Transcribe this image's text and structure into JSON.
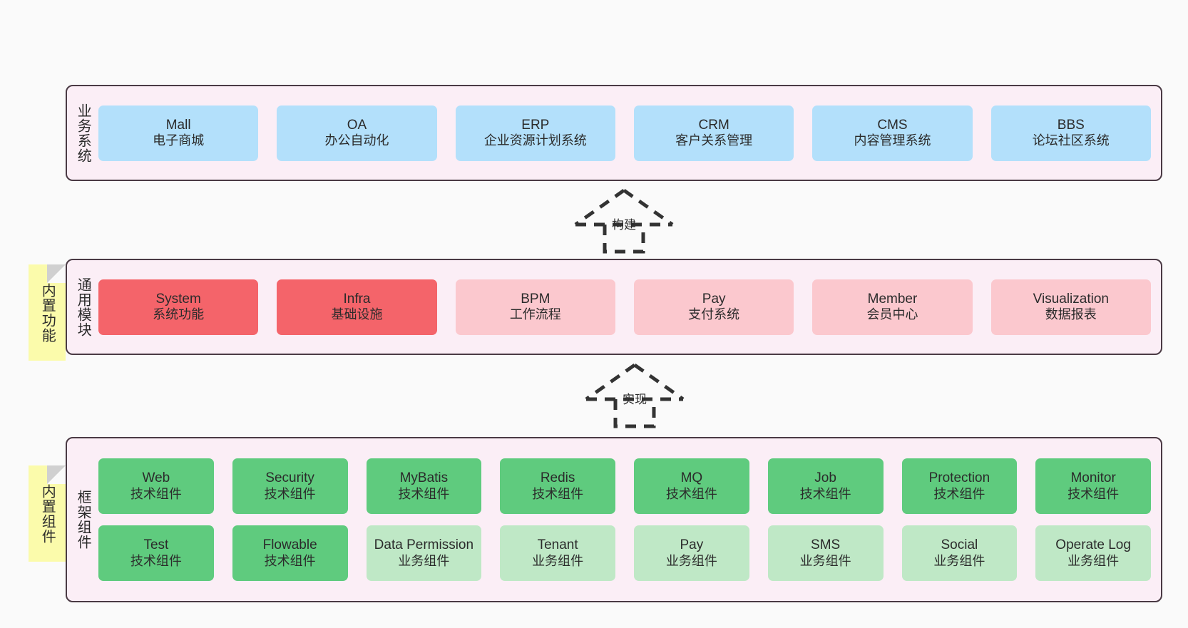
{
  "diagram": {
    "background": "#fafafa",
    "palette": {
      "layer_fill": "#fbeef6",
      "layer_border": "#4a3a44",
      "blue": "#b3e0fb",
      "red": "#f4646a",
      "pink": "#fbc8ce",
      "green": "#5fcb7e",
      "light_green": "#bfe8c6",
      "note_yellow": "#fbfbab"
    }
  },
  "business_layer": {
    "title": "业务系统",
    "nodes": [
      {
        "name": "Mall",
        "sub": "电子商城"
      },
      {
        "name": "OA",
        "sub": "办公自动化"
      },
      {
        "name": "ERP",
        "sub": "企业资源计划系统"
      },
      {
        "name": "CRM",
        "sub": "客户关系管理"
      },
      {
        "name": "CMS",
        "sub": "内容管理系统"
      },
      {
        "name": "BBS",
        "sub": "论坛社区系统"
      }
    ]
  },
  "arrow_build": {
    "label": "构建"
  },
  "arrow_implement": {
    "label": "实现"
  },
  "module_layer": {
    "title": "通用模块",
    "note": "内置功能",
    "nodes": [
      {
        "name": "System",
        "sub": "系统功能",
        "style": "red"
      },
      {
        "name": "Infra",
        "sub": "基础设施",
        "style": "red"
      },
      {
        "name": "BPM",
        "sub": "工作流程",
        "style": "pink"
      },
      {
        "name": "Pay",
        "sub": "支付系统",
        "style": "pink"
      },
      {
        "name": "Member",
        "sub": "会员中心",
        "style": "pink"
      },
      {
        "name": "Visualization",
        "sub": "数据报表",
        "style": "pink"
      }
    ]
  },
  "framework_layer": {
    "title": "框架组件",
    "note": "内置组件",
    "row_technical": [
      {
        "name": "Web",
        "sub": "技术组件"
      },
      {
        "name": "Security",
        "sub": "技术组件"
      },
      {
        "name": "MyBatis",
        "sub": "技术组件"
      },
      {
        "name": "Redis",
        "sub": "技术组件"
      },
      {
        "name": "MQ",
        "sub": "技术组件"
      },
      {
        "name": "Job",
        "sub": "技术组件"
      },
      {
        "name": "Protection",
        "sub": "技术组件"
      },
      {
        "name": "Monitor",
        "sub": "技术组件"
      }
    ],
    "row_mixed": [
      {
        "name": "Test",
        "sub": "技术组件",
        "style": "green"
      },
      {
        "name": "Flowable",
        "sub": "技术组件",
        "style": "green"
      },
      {
        "name": "Data Permission",
        "sub": "业务组件",
        "style": "light_green"
      },
      {
        "name": "Tenant",
        "sub": "业务组件",
        "style": "light_green"
      },
      {
        "name": "Pay",
        "sub": "业务组件",
        "style": "light_green"
      },
      {
        "name": "SMS",
        "sub": "业务组件",
        "style": "light_green"
      },
      {
        "name": "Social",
        "sub": "业务组件",
        "style": "light_green"
      },
      {
        "name": "Operate Log",
        "sub": "业务组件",
        "style": "light_green"
      }
    ]
  }
}
